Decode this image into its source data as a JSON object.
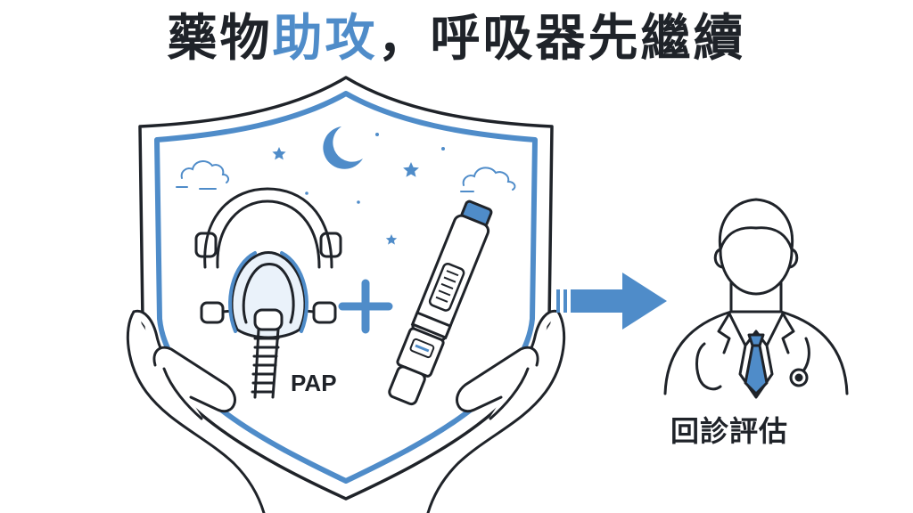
{
  "title": {
    "part1": "藥物",
    "highlight": "助攻",
    "part2": "，呼吸器先繼續"
  },
  "labels": {
    "pap": "PAP",
    "followup": "回診評估"
  },
  "colors": {
    "accent": "#4f8cc9",
    "ink": "#1f2329"
  },
  "icons": [
    "shield-icon",
    "moon-icon",
    "star-icon",
    "cloud-icon",
    "cpap-mask-icon",
    "plus-icon",
    "injection-pen-icon",
    "arrow-right-icon",
    "doctor-icon",
    "hands-icon"
  ]
}
